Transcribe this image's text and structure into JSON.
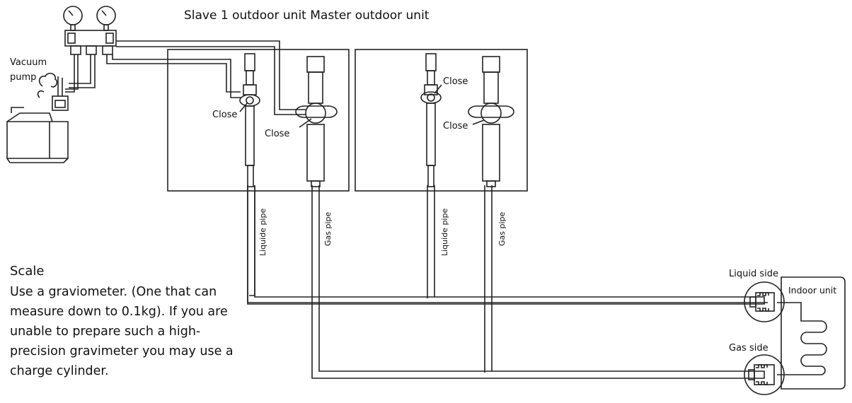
{
  "header": {
    "title": "Slave 1 outdoor unit Master outdoor unit"
  },
  "labels": {
    "vacuum_pump": "Vacuum pump",
    "close": "Close",
    "liquide_pipe": "Liquide pipe",
    "gas_pipe": "Gas pipe",
    "liquid_side": "Liquid side",
    "gas_side": "Gas side",
    "indoor_unit": "Indoor unit"
  },
  "notes": {
    "title": "Scale",
    "body": "Use a graviometer. (One that can measure down to 0.1kg). If you are unable to prepare such a high-precision gravimeter you may use a charge cylinder."
  },
  "colors": {
    "line": "#222222",
    "panel": "#ffffff"
  }
}
